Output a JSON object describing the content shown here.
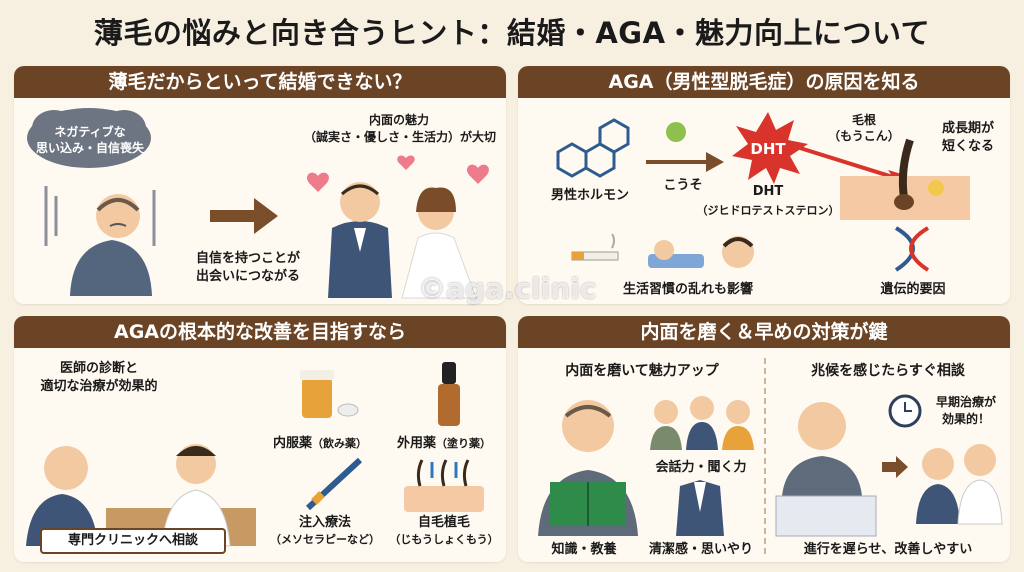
{
  "title": "薄毛の悩みと向き合うヒント：結婚・AGA・魅力向上について",
  "panel1": {
    "heading": "薄毛だからといって結婚できない？",
    "cloud_line1": "ネガティブな",
    "cloud_line2": "思い込み・自信喪失",
    "charm_line1": "内面の魅力",
    "charm_line2": "（誠実さ・優しさ・生活力）が大切",
    "confidence_line1": "自信を持つことが",
    "confidence_line2": "出会いにつながる"
  },
  "panel2": {
    "heading": "AGA（男性型脱毛症）の原因を知る",
    "hormone": "男性ホルモン",
    "enzyme": "こうそ",
    "dht": "DHT",
    "dht_label": "DHT",
    "dht_full": "（ジヒドロテストステロン）",
    "root_line1": "毛根",
    "root_line2": "（もうこん）",
    "growth_line1": "成長期が",
    "growth_line2": "短くなる",
    "lifestyle": "生活習慣の乱れも影響",
    "genetic": "遺伝的要因"
  },
  "panel3": {
    "heading": "AGAの根本的な改善を目指すなら",
    "doctor_line1": "医師の診断と",
    "doctor_line2": "適切な治療が効果的",
    "oral": "内服薬",
    "oral_note": "（飲み薬）",
    "topical": "外用薬",
    "topical_note": "（塗り薬）",
    "injection": "注入療法",
    "injection_note": "（メソセラピーなど）",
    "transplant": "自毛植毛",
    "transplant_note": "（じもうしょくもう）",
    "clinic": "専門クリニックへ相談"
  },
  "panel4": {
    "heading": "内面を磨く＆早めの対策が鍵",
    "left_title": "内面を磨いて魅力アップ",
    "skills": "会話力・聞く力",
    "knowledge": "知識・教養",
    "clean": "清潔感・思いやり",
    "right_title": "兆候を感じたらすぐ相談",
    "early_line1": "早期治療が",
    "early_line2": "効果的！",
    "slow": "進行を遅らせ、改善しやすい"
  },
  "watermark": "©aga.clinic",
  "colors": {
    "header": "#6b4425",
    "background": "#f7efe0",
    "dht": "#d9342b",
    "accent": "#e8a23a"
  }
}
